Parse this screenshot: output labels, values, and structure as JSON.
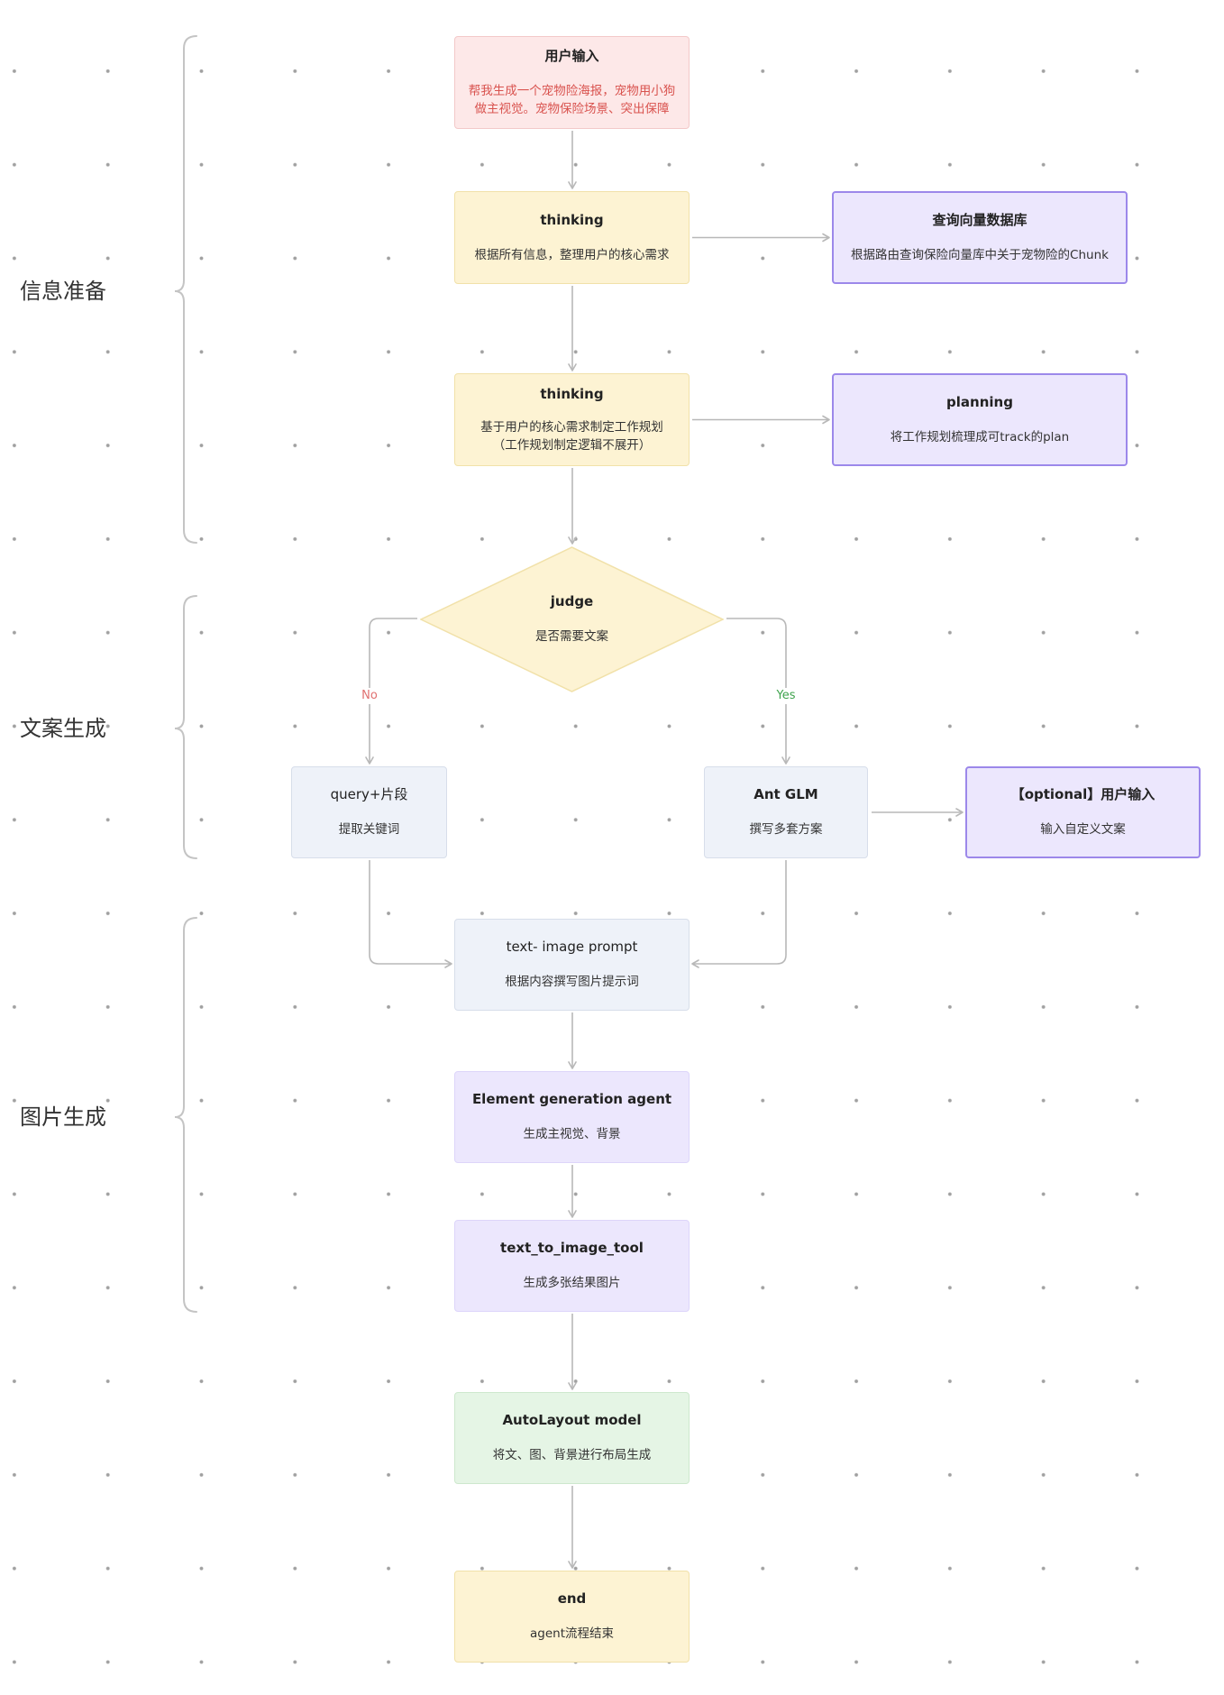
{
  "sections": {
    "info_prep": "信息准备",
    "copy_gen": "文案生成",
    "image_gen": "图片生成"
  },
  "nodes": {
    "user_input": {
      "title": "用户输入",
      "lines": [
        "帮我生成一个宠物险海报，宠物用小狗",
        "做主视觉。宠物保险场景、突出保障"
      ]
    },
    "thinking_1": {
      "title": "thinking",
      "lines": [
        "根据所有信息，整理用户的核心需求"
      ]
    },
    "query_vector_db": {
      "title": "查询向量数据库",
      "lines": [
        "根据路由查询保险向量库中关于宠物险的Chunk"
      ]
    },
    "thinking_2": {
      "title": "thinking",
      "lines": [
        "基于用户的核心需求制定工作规划",
        "（工作规划制定逻辑不展开）"
      ]
    },
    "planning": {
      "title": "planning",
      "lines": [
        "将工作规划梳理成可track的plan"
      ]
    },
    "judge": {
      "title": "judge",
      "lines": [
        "是否需要文案"
      ]
    },
    "query_segment": {
      "title": "query+片段",
      "lines": [
        "提取关键词"
      ]
    },
    "ant_glm": {
      "title": "Ant GLM",
      "lines": [
        "撰写多套方案"
      ]
    },
    "optional_input": {
      "title": "【optional】用户输入",
      "lines": [
        "输入自定义文案"
      ]
    },
    "text_image_prompt": {
      "title": "text- image prompt",
      "lines": [
        "根据内容撰写图片提示词"
      ]
    },
    "element_agent": {
      "title": "Element generation agent",
      "lines": [
        "生成主视觉、背景"
      ]
    },
    "text_to_image_tool": {
      "title": "text_to_image_tool",
      "lines": [
        "生成多张结果图片"
      ]
    },
    "autolayout": {
      "title": "AutoLayout model",
      "lines": [
        "将文、图、背景进行布局生成"
      ]
    },
    "end": {
      "title": "end",
      "lines": [
        "agent流程结束"
      ]
    }
  },
  "edge_labels": {
    "no": "No",
    "yes": "Yes"
  },
  "colors": {
    "pink_fill": "#fde8e8",
    "pink_border": "#f3c9c9",
    "red_text": "#d9534f",
    "yellow_fill": "#fdf3d3",
    "yellow_border": "#f1e1a9",
    "purple_fill": "#ece7fd",
    "purple_border": "#9c88ea",
    "purple_soft_border": "#ddd5fa",
    "blue_fill": "#eef2f9",
    "blue_border": "#d7deea",
    "green_fill": "#e5f5e5",
    "green_border": "#cde8cd",
    "no_label": "#e07070",
    "yes_label": "#3fa34d",
    "edge": "#b8b8b8",
    "brace": "#c4c4c4",
    "dot": "#a0a0a0",
    "text": "#222222"
  }
}
